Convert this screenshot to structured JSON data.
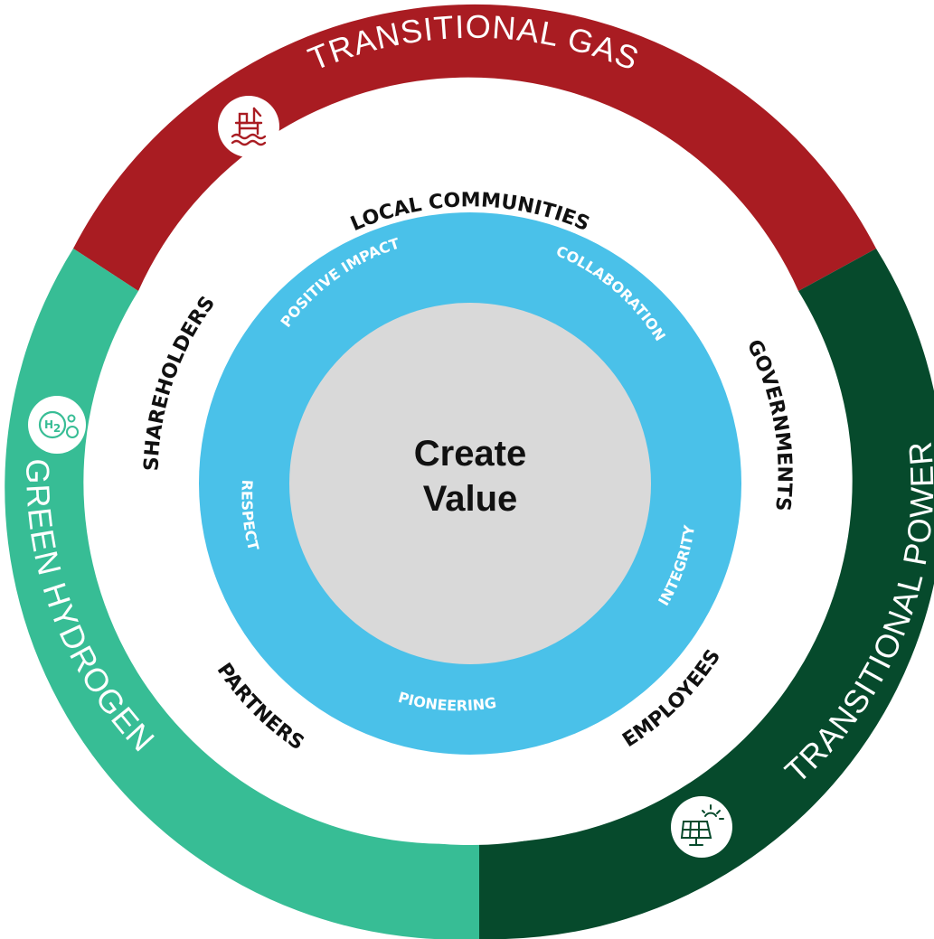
{
  "center": {
    "line1": "Create",
    "line2": "Value"
  },
  "segments": [
    {
      "id": "gas",
      "label": "TRANSITIONAL GAS",
      "color": "#a91c22",
      "icon": "offshore-platform-icon"
    },
    {
      "id": "power",
      "label": "TRANSITIONAL POWER",
      "color": "#064a2c",
      "icon": "solar-panel-icon"
    },
    {
      "id": "hydrogen",
      "label": "GREEN HYDROGEN",
      "color": "#37bd95",
      "icon": "hydrogen-icon"
    }
  ],
  "stakeholders": {
    "local_communities": "LOCAL COMMUNITIES",
    "governments": "GOVERNMENTS",
    "employees": "EMPLOYEES",
    "partners": "PARTNERS",
    "shareholders": "SHAREHOLDERS"
  },
  "values": {
    "positive_impact": "POSITIVE IMPACT",
    "collaboration": "COLLABORATION",
    "integrity": "INTEGRITY",
    "pioneering": "PIONEERING",
    "respect": "RESPECT"
  },
  "icons": {
    "hydrogen_symbol": "H",
    "hydrogen_subscript": "2"
  },
  "colors": {
    "values_ring": "#4ac1e9",
    "center": "#d9d9d9",
    "white": "#ffffff"
  }
}
